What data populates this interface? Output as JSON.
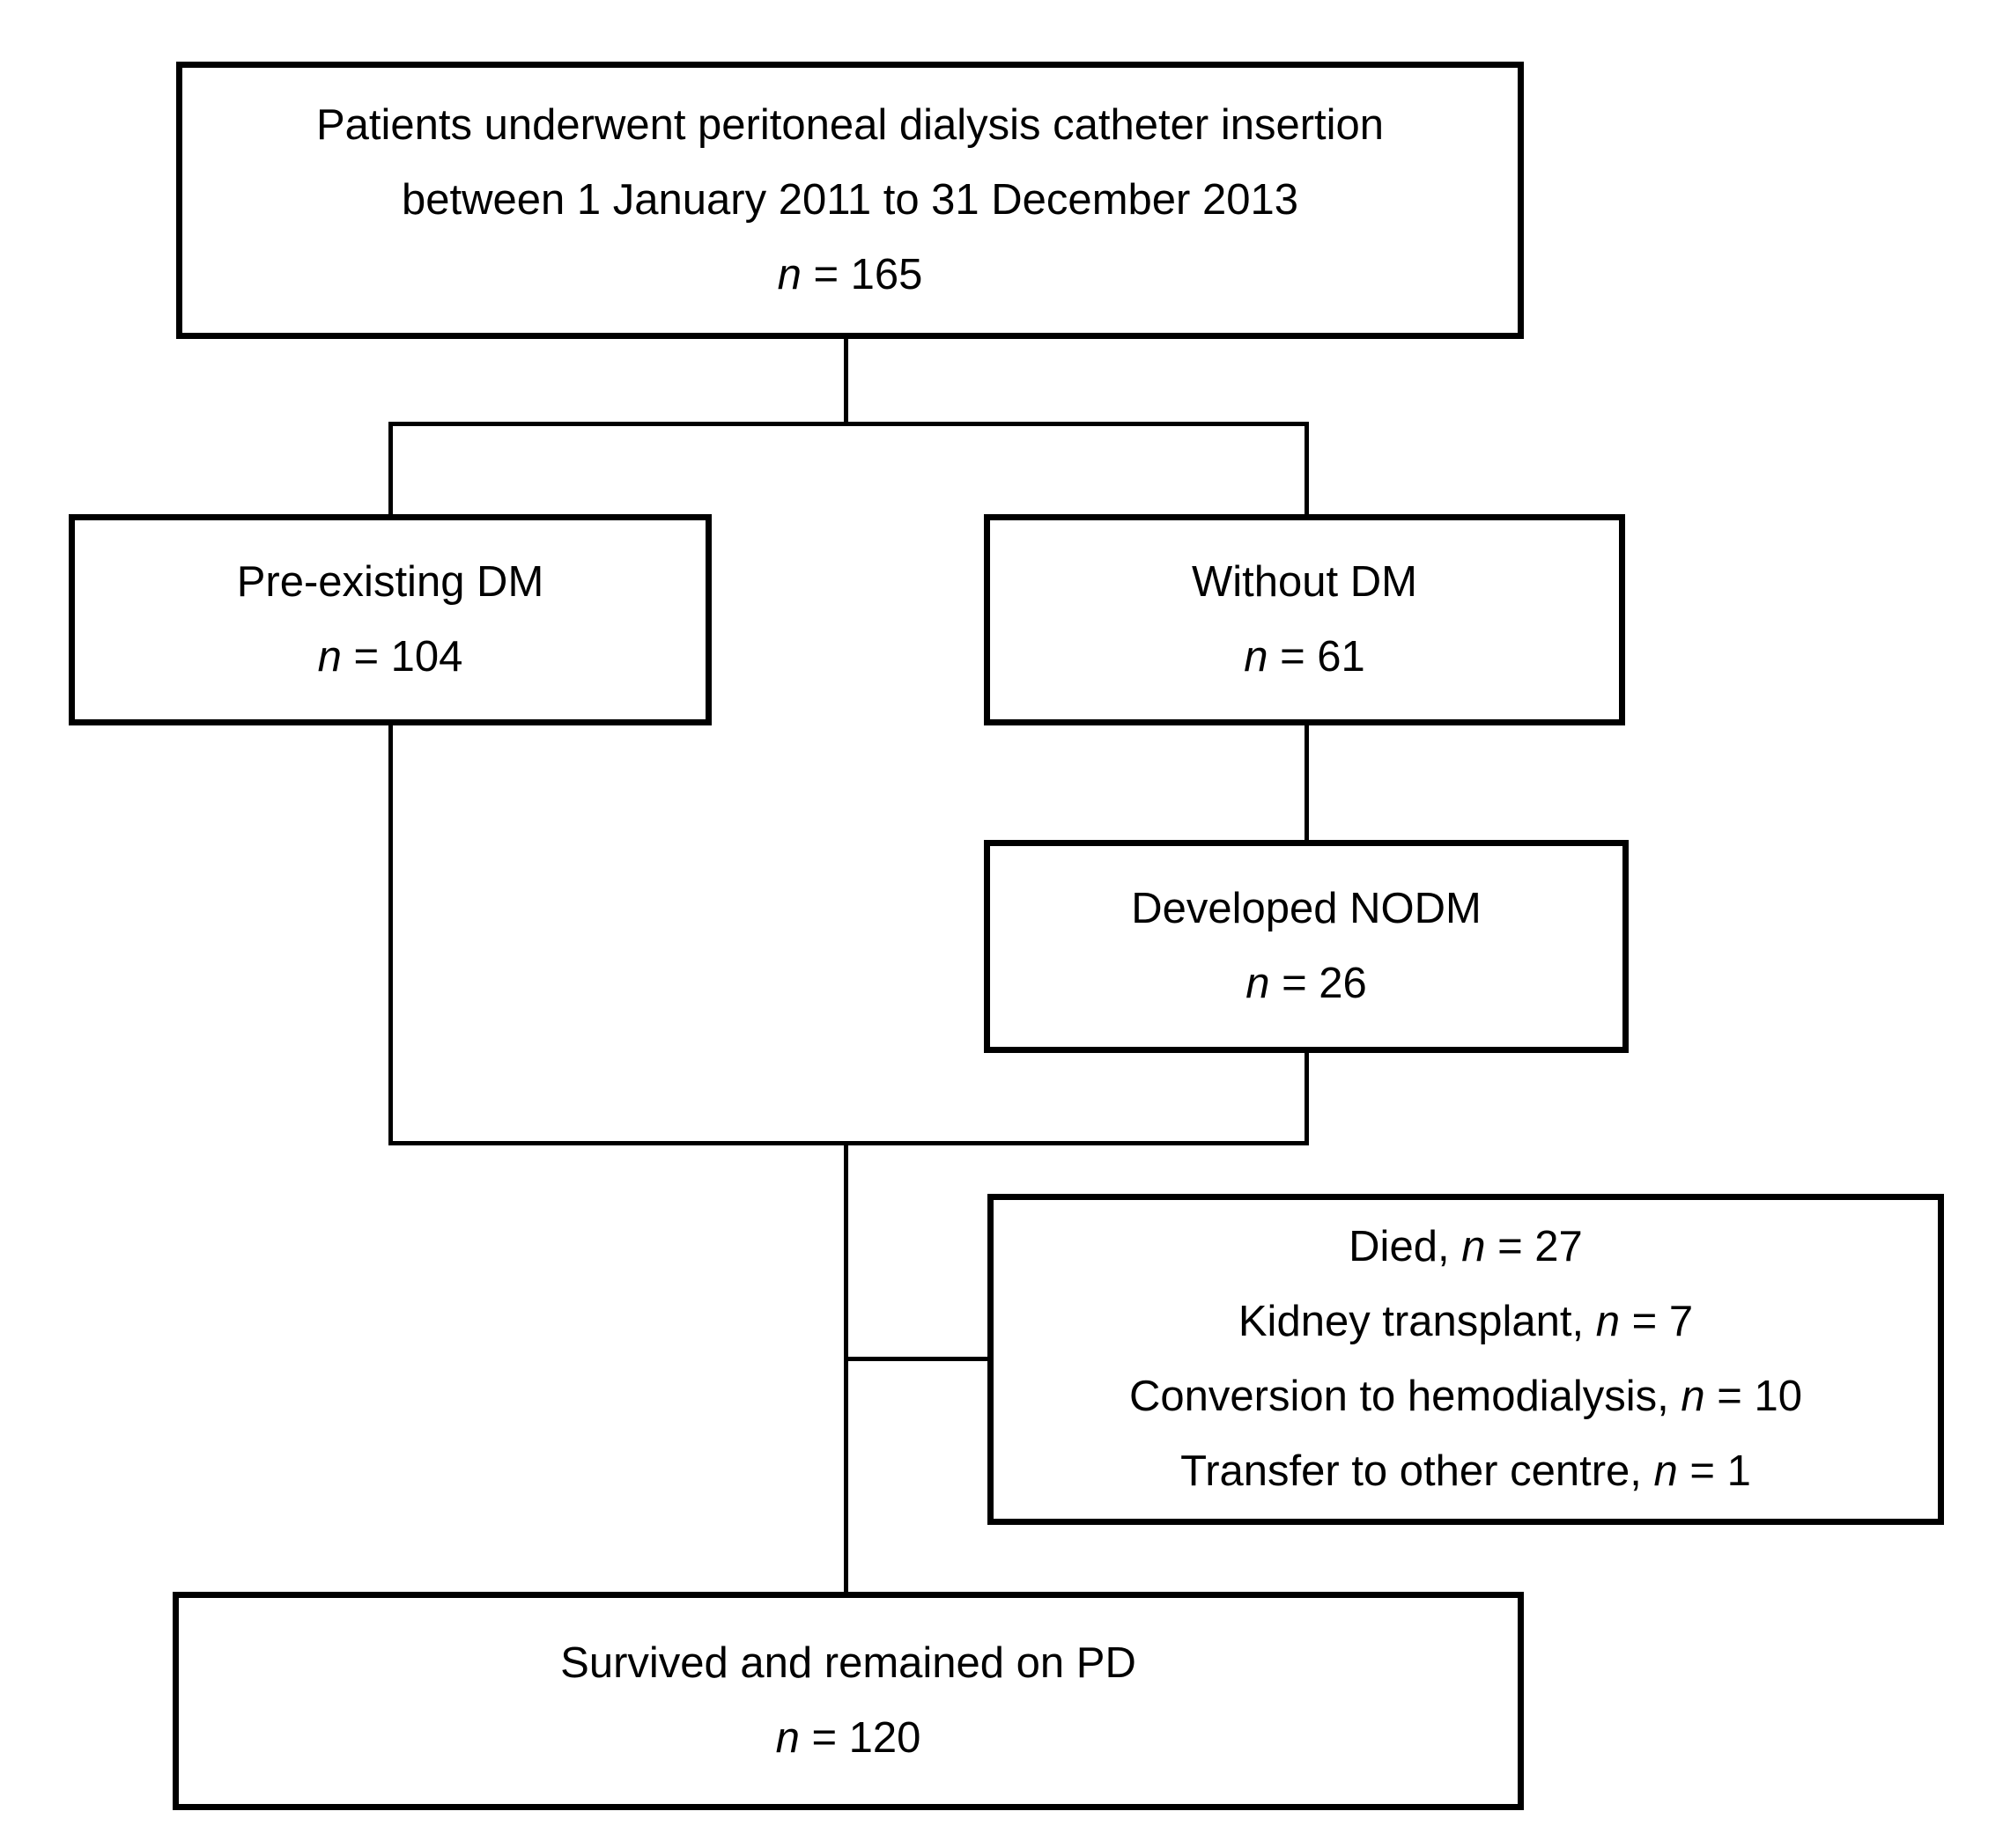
{
  "figure": {
    "type": "flowchart",
    "title": "Patient flow diagram of peritoneal dialysis cohort",
    "colors": {
      "line": "#000000",
      "text": "#000000",
      "background": "#ffffff"
    },
    "boxes": {
      "total": {
        "line1": "Patients underwent peritoneal dialysis catheter insertion",
        "line2": "between 1 January 2011 to 31 December 2013",
        "n_italic": "n",
        "n_rest": " = 165"
      },
      "pre_existing_dm": {
        "line1": "Pre-existing DM",
        "n_italic": "n",
        "n_rest": " = 104"
      },
      "without_dm": {
        "line1": "Without DM",
        "n_italic": "n",
        "n_rest": " = 61"
      },
      "developed_nodm": {
        "line1": "Developed NODM",
        "n_italic": "n",
        "n_rest": " = 26"
      },
      "exclusions": {
        "items": [
          {
            "pre": "Died, ",
            "n": "n",
            "post": " = 27"
          },
          {
            "pre": "Kidney transplant, ",
            "n": "n",
            "post": " = 7"
          },
          {
            "pre": "Conversion to hemodialysis, ",
            "n": "n",
            "post": " = 10"
          },
          {
            "pre": "Transfer to other centre, ",
            "n": "n",
            "post": " = 1"
          }
        ]
      },
      "survived": {
        "line1": "Survived and remained on PD",
        "n_italic": "n",
        "n_rest": " = 120"
      }
    }
  }
}
